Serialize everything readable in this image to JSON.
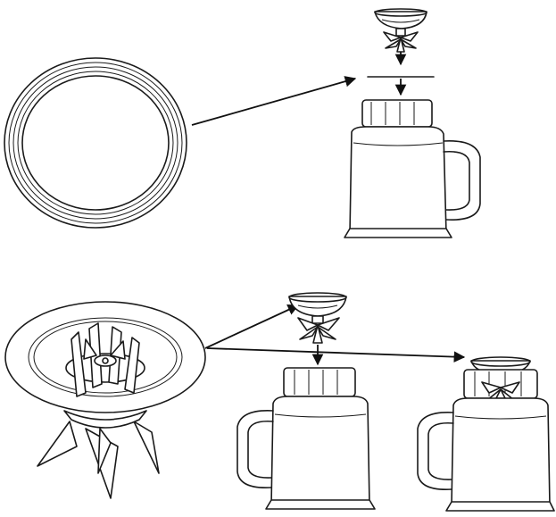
{
  "diagram": {
    "background": "#ffffff",
    "line_color": "#1a1a1a",
    "parts": [
      "sealing-ring",
      "blade-assembly",
      "blender-jar"
    ],
    "steps": [
      "place-sealing-ring-on-blade",
      "attach-blade-to-jar",
      "assembled-jar"
    ]
  }
}
